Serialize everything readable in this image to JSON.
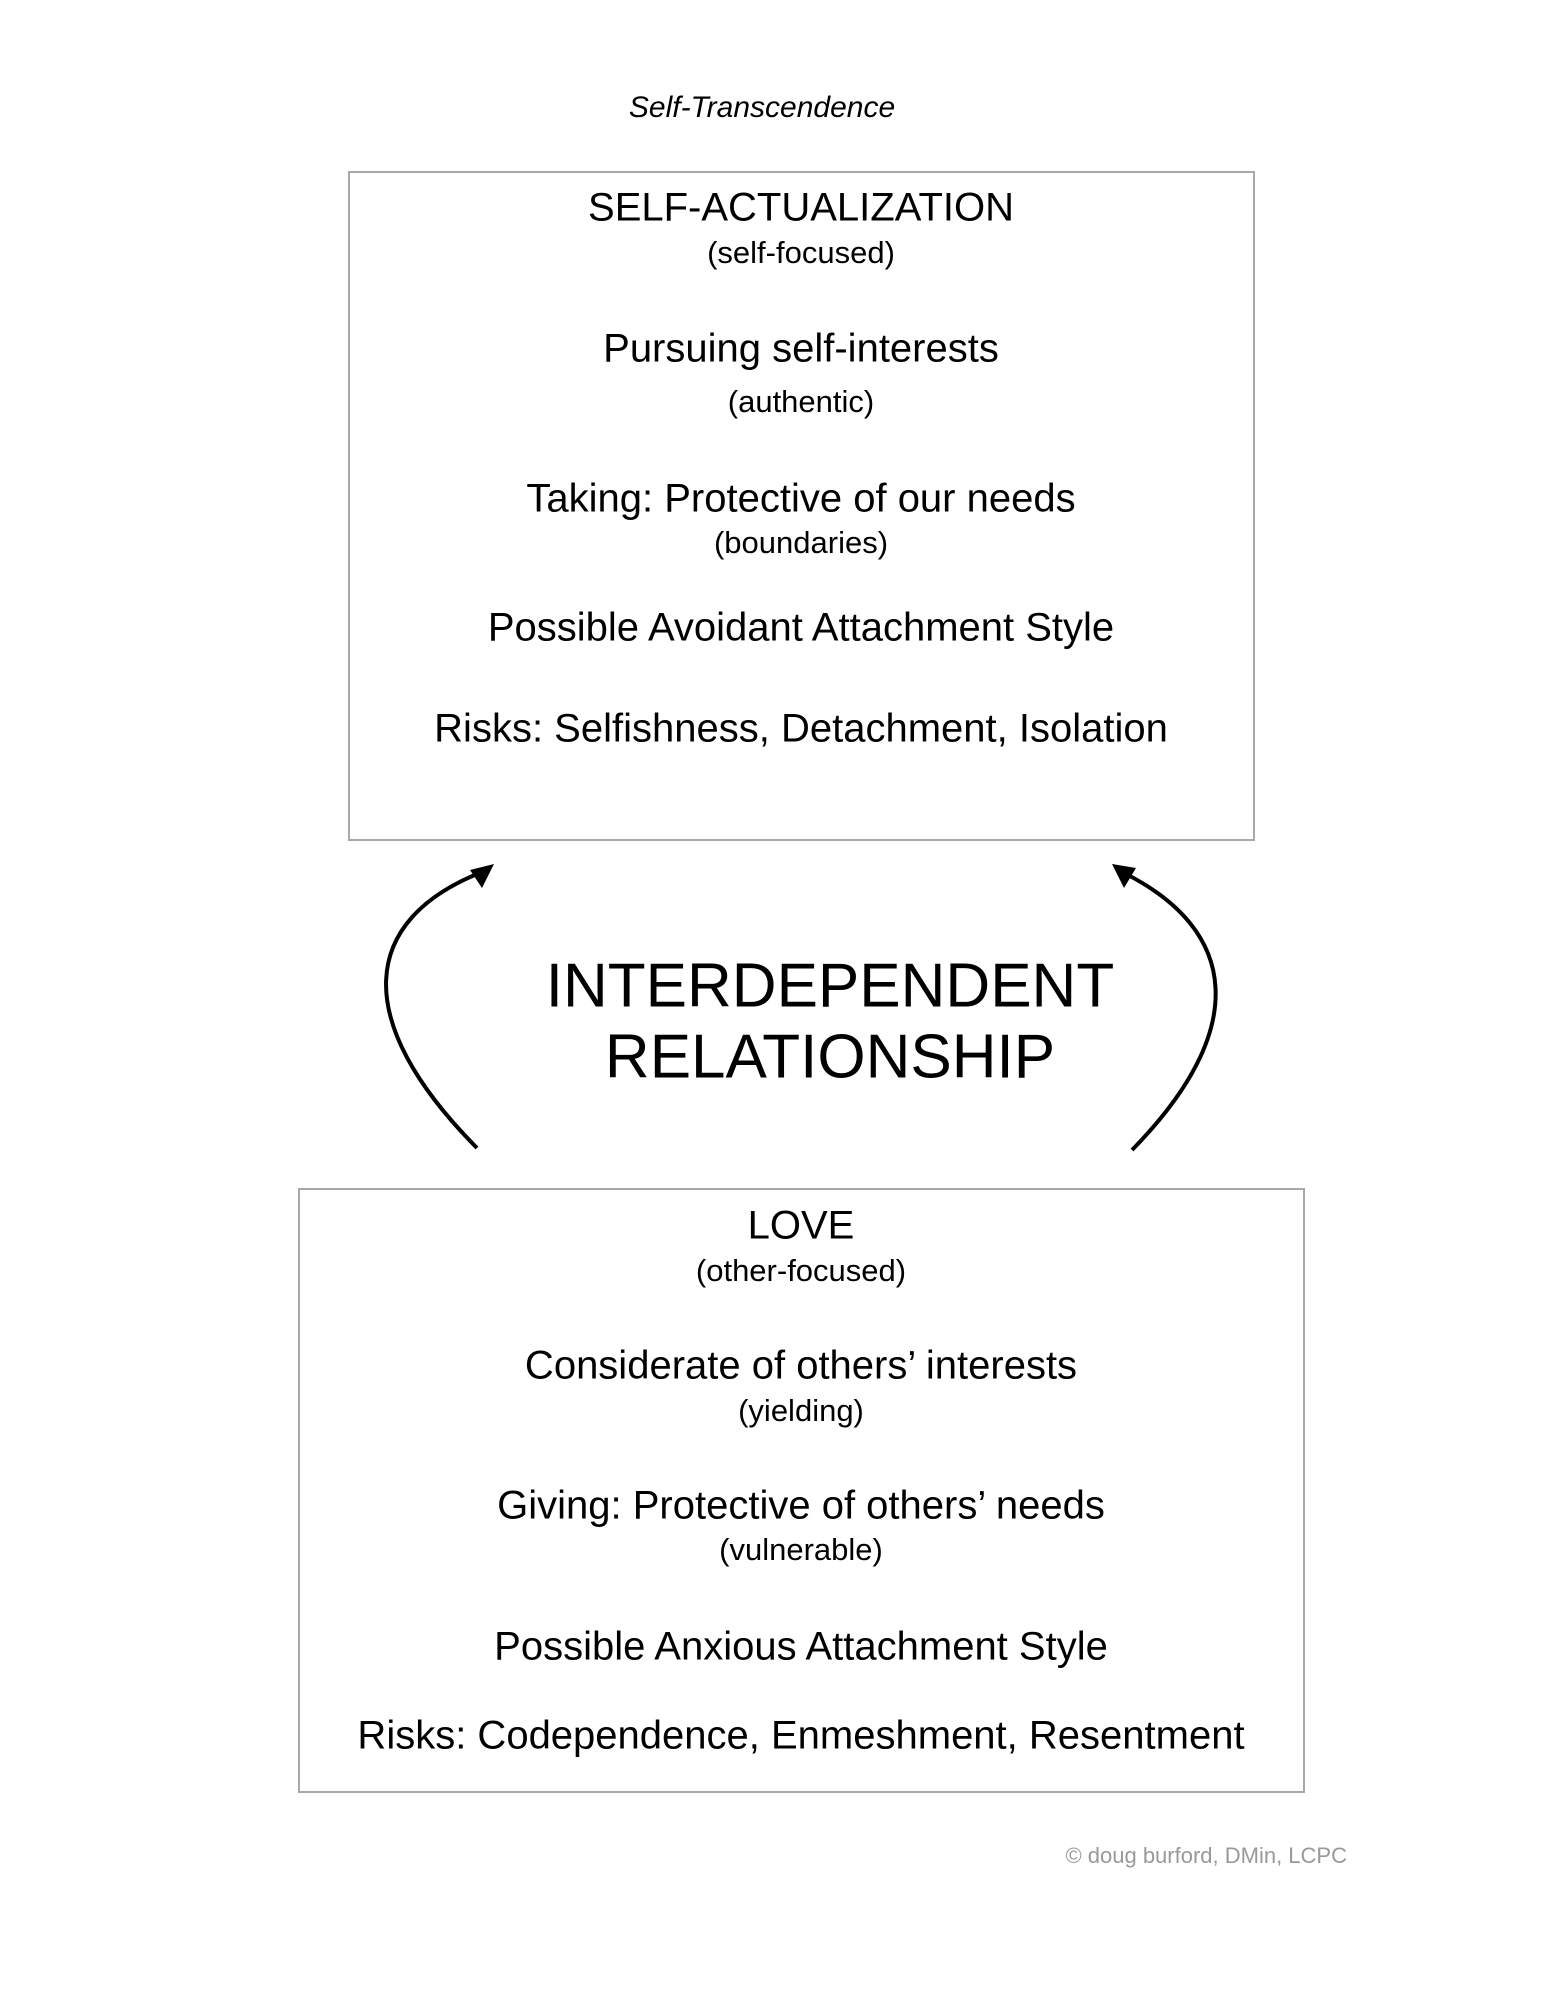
{
  "title": "Self-Transcendence",
  "top_box": {
    "heading": "SELF-ACTUALIZATION",
    "subheading": "(self-focused)",
    "line1": "Pursuing self-interests",
    "line1_note": "(authentic)",
    "line2": "Taking: Protective of our needs",
    "line2_note": "(boundaries)",
    "line3": "Possible Avoidant Attachment Style",
    "line4": "Risks: Selfishness, Detachment, Isolation"
  },
  "center": {
    "line1": "INTERDEPENDENT",
    "line2": "RELATIONSHIP"
  },
  "bottom_box": {
    "heading": "LOVE",
    "subheading": "(other-focused)",
    "line1": "Considerate of others’ interests",
    "line1_note": "(yielding)",
    "line2": "Giving: Protective of others’ needs",
    "line2_note": "(vulnerable)",
    "line3": "Possible Anxious Attachment Style",
    "line4": "Risks: Codependence, Enmeshment, Resentment"
  },
  "copyright": "© doug burford, DMin, LCPC"
}
